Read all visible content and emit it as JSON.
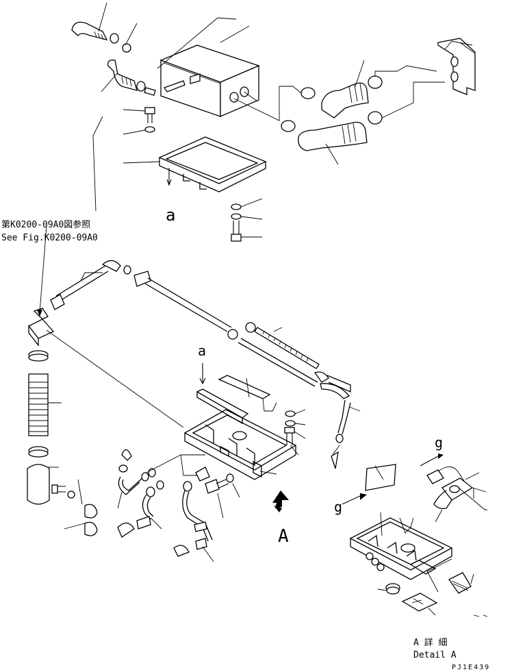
{
  "reference_note": {
    "line_jp": "第K0200-09A0図参照",
    "line_en": "See Fig.K0200-09A0"
  },
  "view_markers": {
    "a_top": "a",
    "a_mid": "a",
    "g_upper": "g",
    "g_lower": "g",
    "arrow_A": "A"
  },
  "detail_caption": {
    "line_jp": "A 詳 細",
    "line_en": "Detail A"
  },
  "drawing_code": "PJ1E439"
}
